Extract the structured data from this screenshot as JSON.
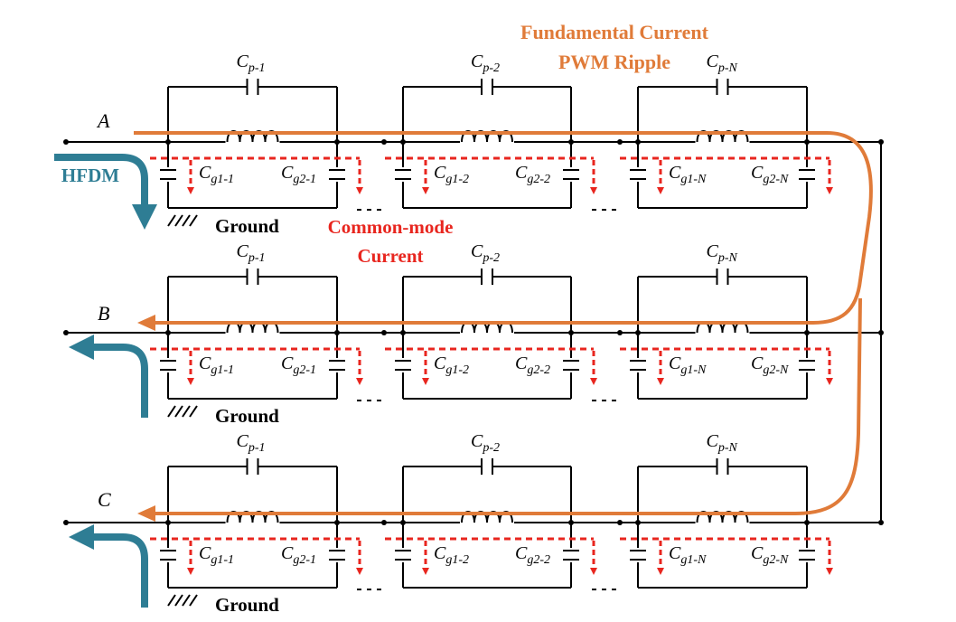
{
  "legend": {
    "fundamental": "Fundamental Current",
    "pwm": "PWM Ripple",
    "common_mode_line1": "Common-mode",
    "common_mode_line2": "Current",
    "hfdm": "HFDM",
    "ground": "Ground"
  },
  "phases": [
    {
      "label": "A"
    },
    {
      "label": "B"
    },
    {
      "label": "C"
    }
  ],
  "sections": [
    {
      "cp_main": "C",
      "cp_sub": "p-1",
      "cg1_main": "C",
      "cg1_sub": "g1-1",
      "cg2_main": "C",
      "cg2_sub": "g2-1"
    },
    {
      "cp_main": "C",
      "cp_sub": "p-2",
      "cg1_main": "C",
      "cg1_sub": "g1-2",
      "cg2_main": "C",
      "cg2_sub": "g2-2"
    },
    {
      "cp_main": "C",
      "cp_sub": "p-N",
      "cg1_main": "C",
      "cg1_sub": "g1-N",
      "cg2_main": "C",
      "cg2_sub": "g2-N"
    }
  ],
  "colors": {
    "line": "#000000",
    "fundamental": "#E07B39",
    "common_mode": "#E8261F",
    "hfdm": "#2E7D94"
  }
}
